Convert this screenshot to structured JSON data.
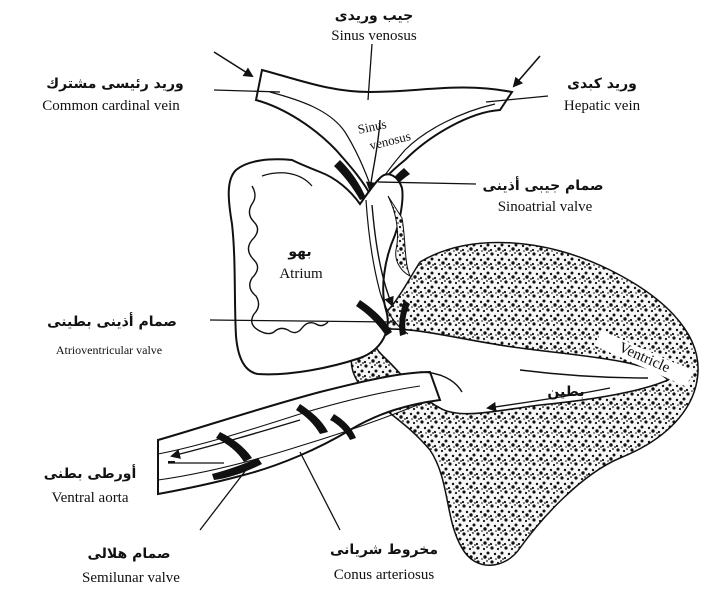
{
  "labels": {
    "sinus_venosus": {
      "ar": "جيب وريدى",
      "en": "Sinus venosus"
    },
    "common_cardinal_vein": {
      "ar": "وريد رئيسى مشترك",
      "en": "Common cardinal vein"
    },
    "hepatic_vein": {
      "ar": "وريد كبدى",
      "en": "Hepatic vein"
    },
    "sinoatrial_valve": {
      "ar": "صمام جيبى أذينى",
      "en": "Sinoatrial valve"
    },
    "atrium": {
      "ar": "بهو",
      "en": "Atrium"
    },
    "atrioventricular_valve": {
      "ar": "صمام أذينى بطينى",
      "en": "Atrioventricular valve"
    },
    "ventricle": {
      "ar": "بطين",
      "en": "Ventricle"
    },
    "ventral_aorta": {
      "ar": "أورطى بطنى",
      "en": "Ventral aorta"
    },
    "semilunar_valve": {
      "ar": "صمام هلالى",
      "en": "Semilunar valve"
    },
    "conus_arteriosus": {
      "ar": "مخروط شريانى",
      "en": "Conus arteriosus"
    }
  },
  "inner_labels": {
    "sinus": "Sinus",
    "venosus": "venosus"
  },
  "colors": {
    "ink": "#111111",
    "background": "#ffffff"
  }
}
